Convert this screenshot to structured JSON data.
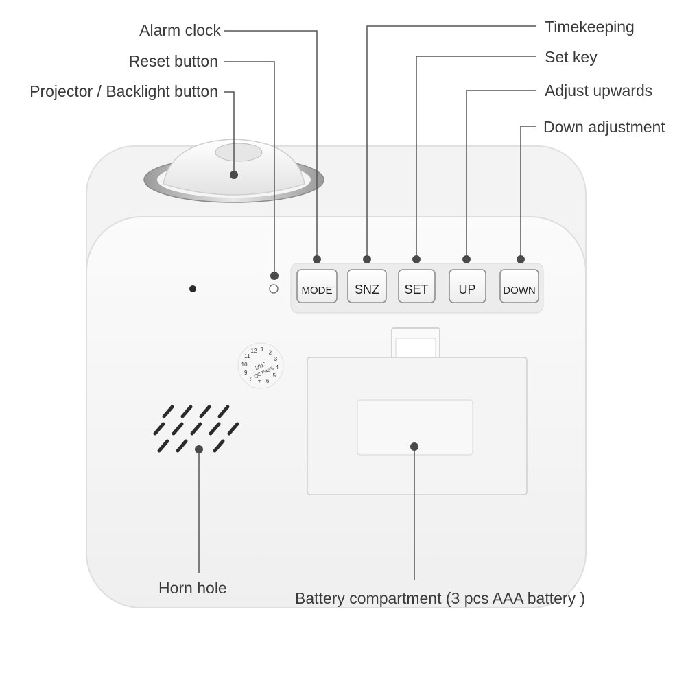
{
  "labels": {
    "alarm_clock": "Alarm clock",
    "reset_button": "Reset button",
    "projector_button": "Projector / Backlight button",
    "timekeeping": "Timekeeping",
    "set_key": "Set key",
    "adjust_upwards": "Adjust upwards",
    "down_adjustment": "Down adjustment",
    "horn_hole": "Horn hole",
    "battery_compartment": "Battery compartment (3 pcs AAA battery )"
  },
  "keys": {
    "mode": "MODE",
    "snz": "SNZ",
    "set": "SET",
    "up": "UP",
    "down": "DOWN"
  },
  "qc_stamp": {
    "year": "2017",
    "pass": "QC PASS",
    "months": [
      "1",
      "2",
      "3",
      "4",
      "5",
      "6",
      "7",
      "8",
      "9",
      "10",
      "11",
      "12"
    ]
  },
  "colors": {
    "device_body": "#f6f6f6",
    "leader_line": "#555555",
    "label_text": "#3a3a3a"
  }
}
